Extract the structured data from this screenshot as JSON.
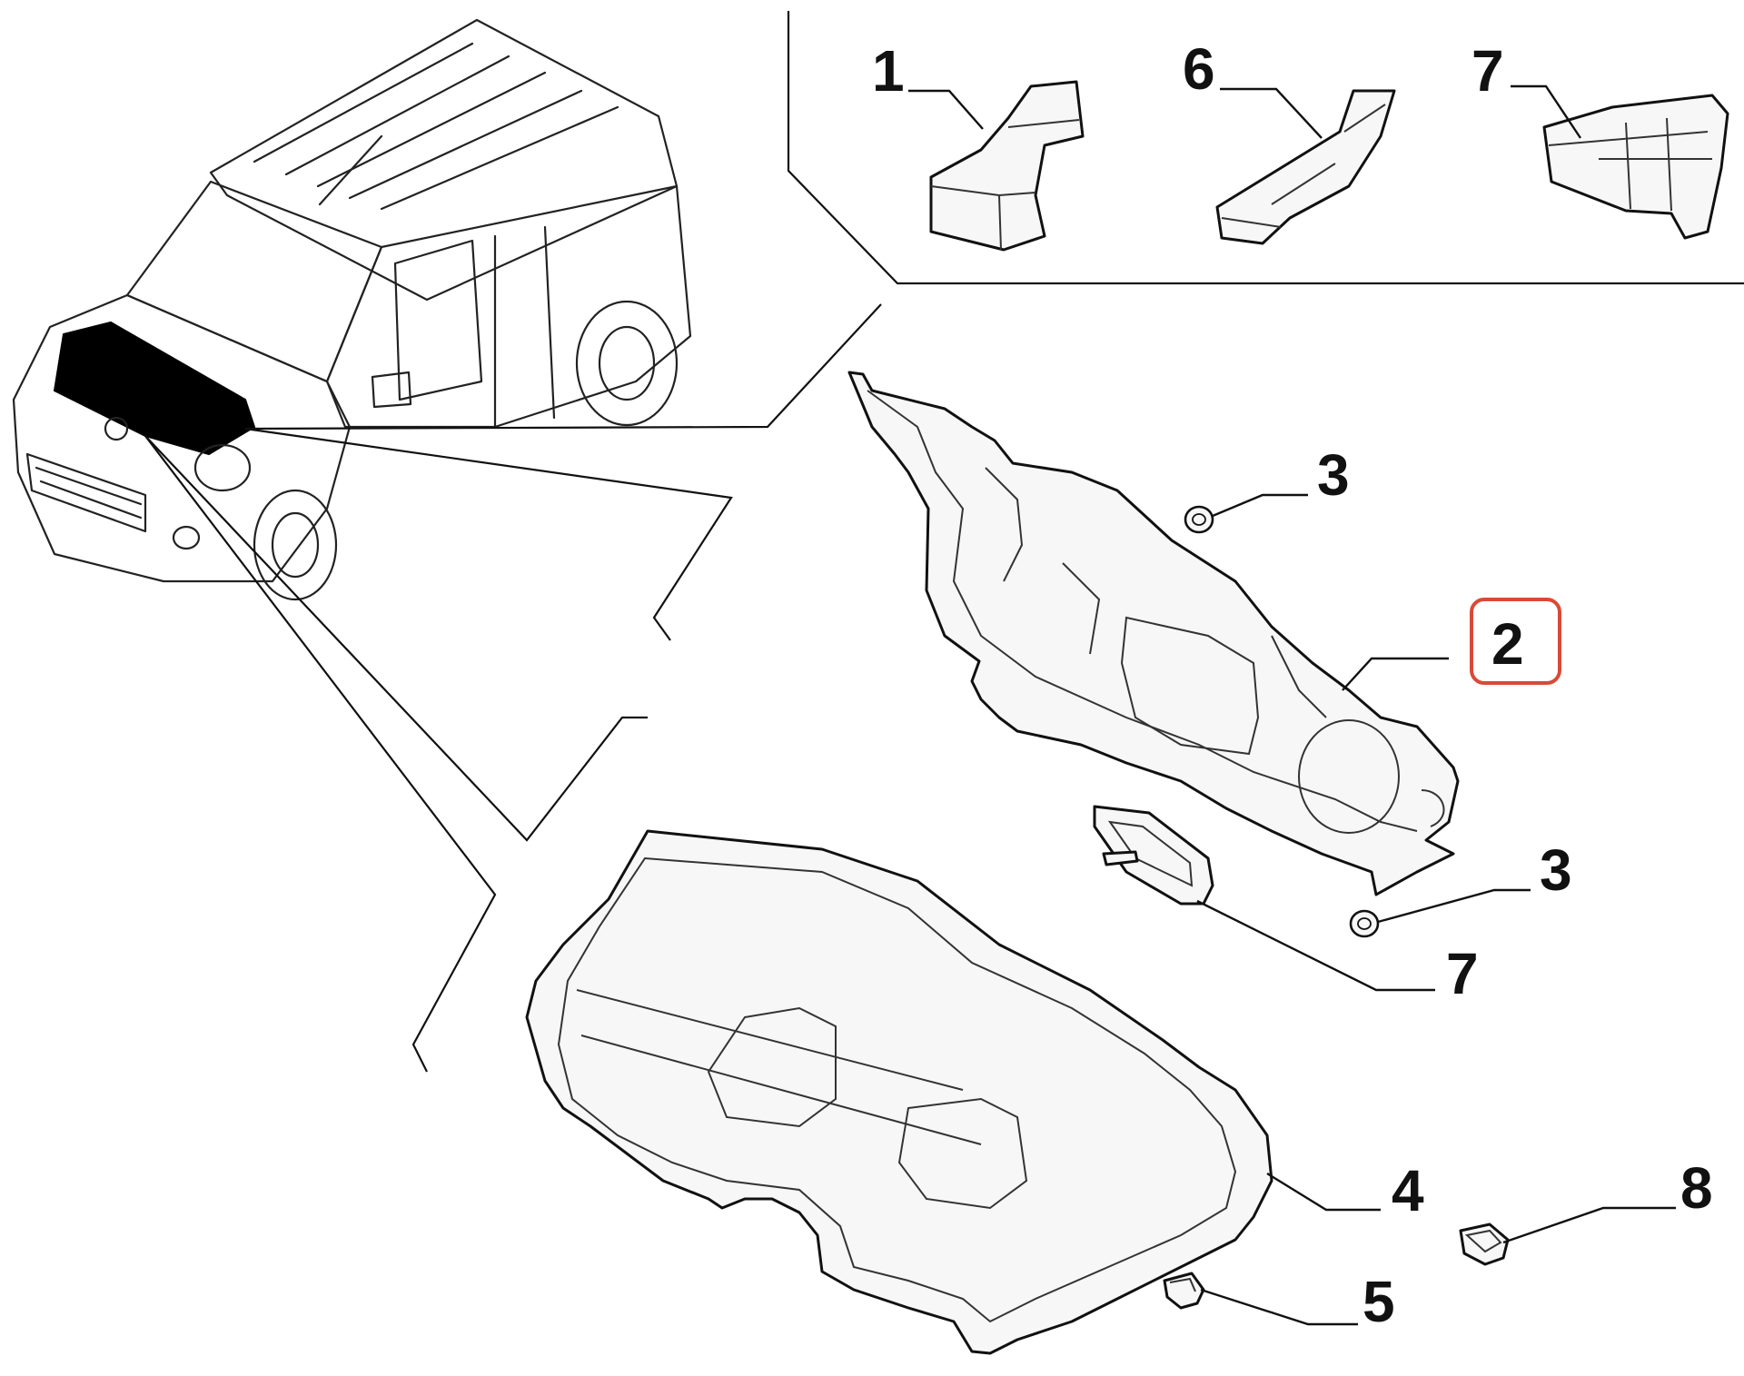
{
  "callouts": {
    "c1": "1",
    "c6": "6",
    "c7a": "7",
    "c3a": "3",
    "c2": "2",
    "c3b": "3",
    "c7b": "7",
    "c4": "4",
    "c8": "8",
    "c5": "5"
  },
  "highlight": {
    "target": "2",
    "color": "#d94a36"
  },
  "colors": {
    "line": "#111111",
    "fill": "#f7f7f7",
    "hood_silhouette": "#000000"
  }
}
